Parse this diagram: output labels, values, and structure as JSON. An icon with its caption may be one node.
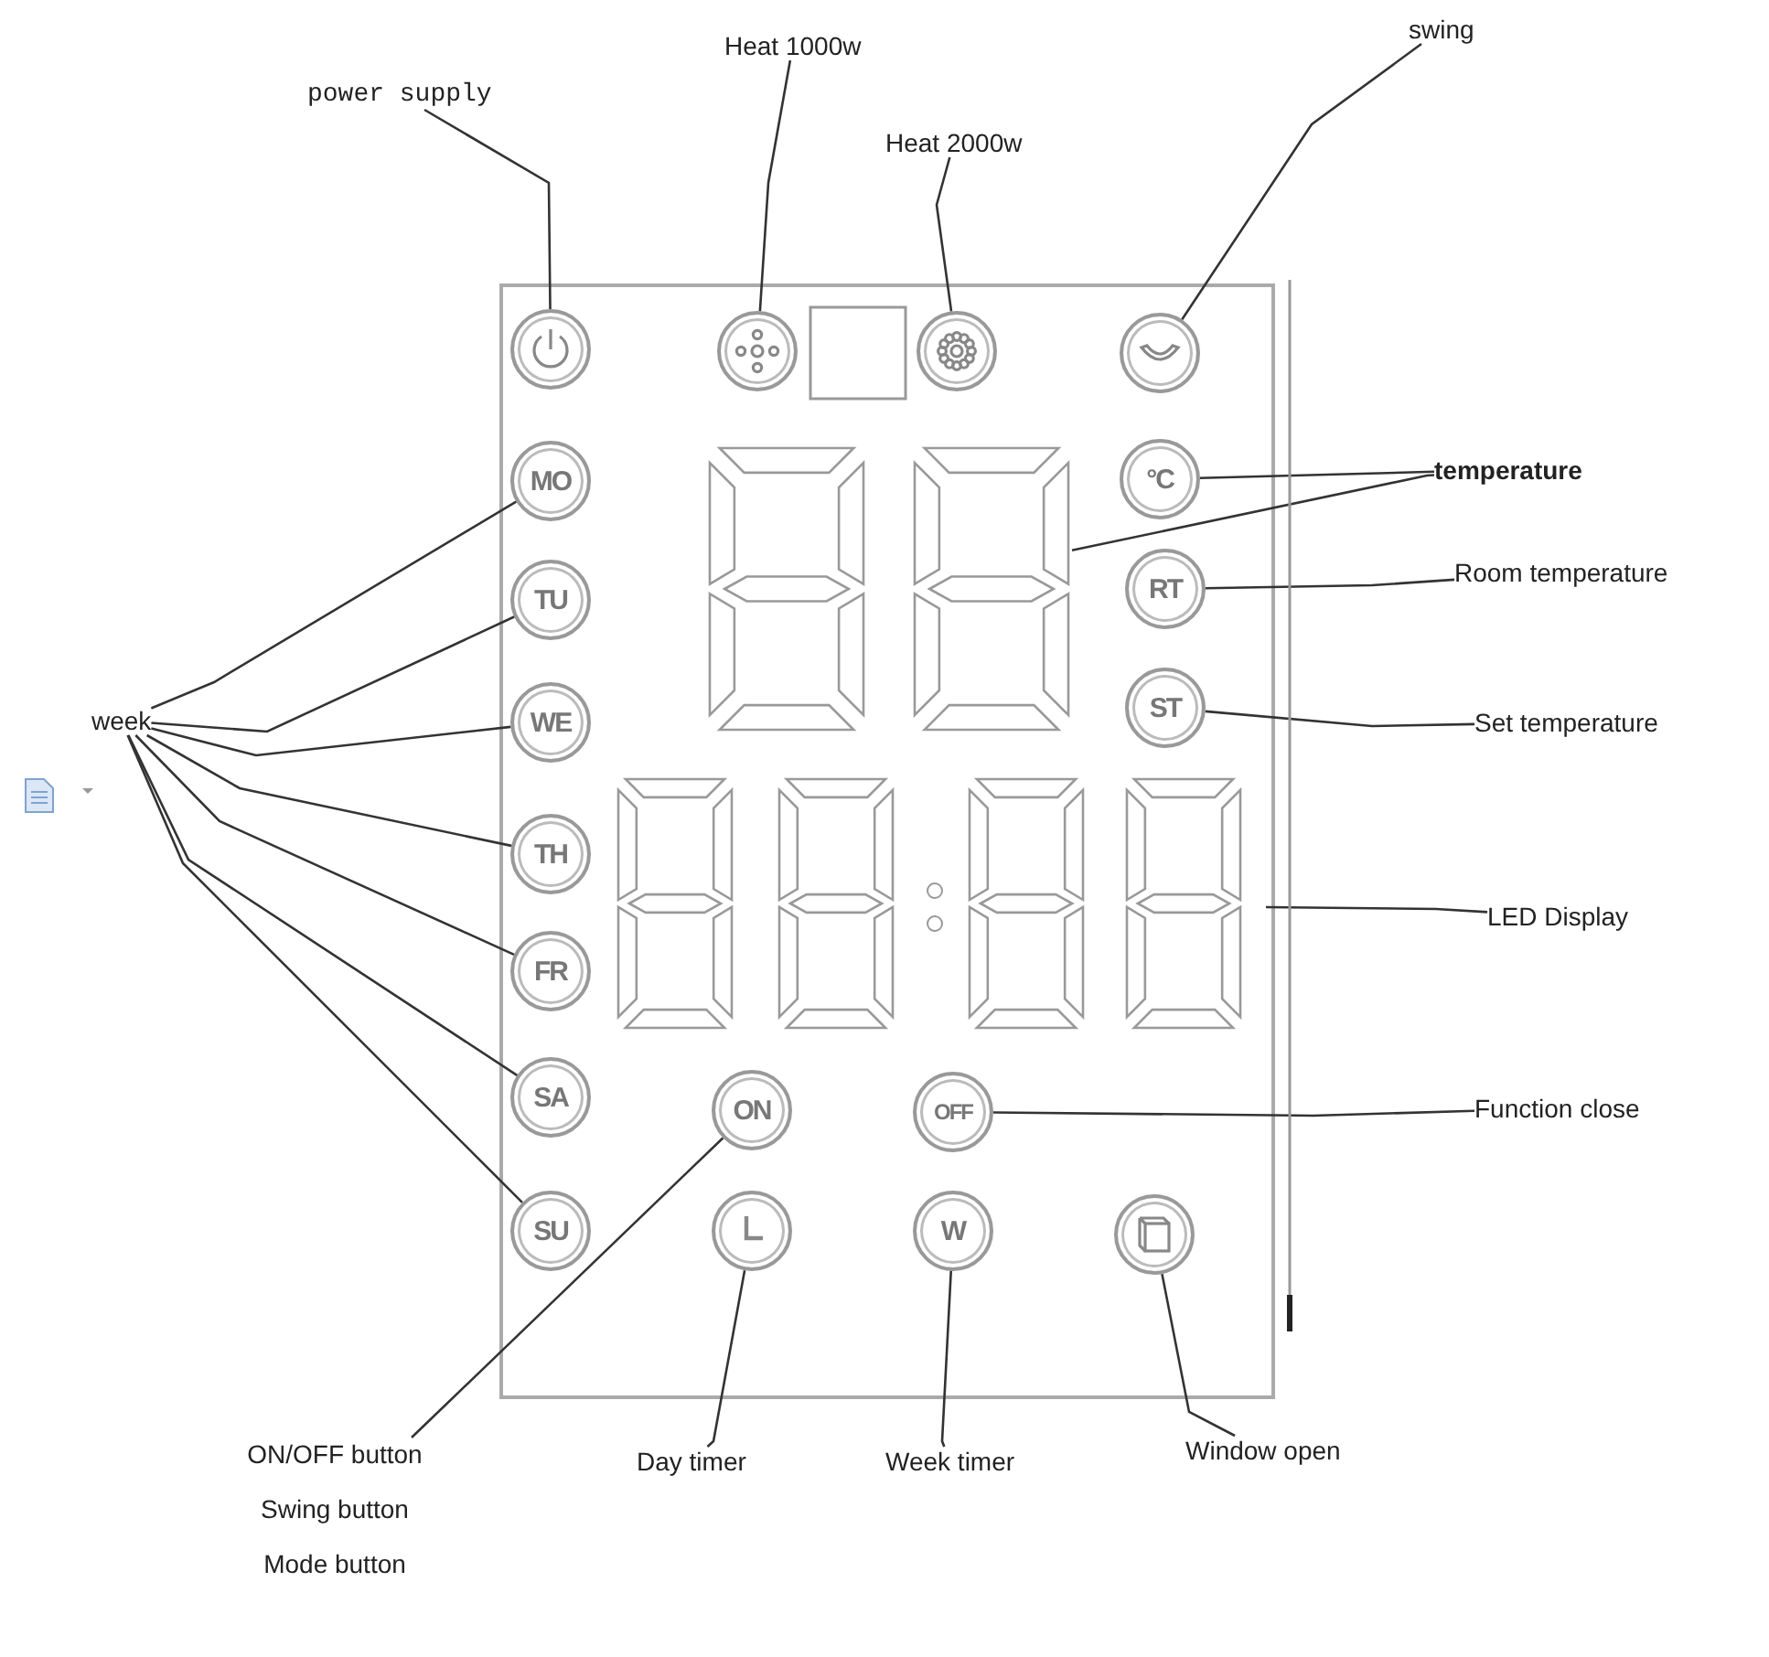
{
  "diagram": {
    "nodes": [
      {
        "text": [
          "power supply"
        ]
      },
      {
        "text": [
          "Heat 1000w"
        ]
      },
      {
        "text": [
          "Heat 2000w"
        ]
      },
      {
        "text": [
          "swing"
        ]
      },
      {
        "text": [],
        "shape": "box"
      },
      {
        "text": [],
        "shape": "circle",
        "in": 4
      },
      {
        "text": [],
        "shape": "circle",
        "in": 4
      },
      {
        "text": [],
        "shape": "circle",
        "in": 4
      },
      {
        "text": [],
        "shape": "circle",
        "in": 4
      },
      {
        "text": [
          "°C"
        ],
        "in": 4
      },
      {
        "text": [],
        "shape": "box",
        "in": 4
      },
      {
        "text": [
          "MO"
        ],
        "in": 4
      },
      {
        "text": [
          "TU"
        ],
        "in": 4
      },
      {
        "text": [
          "RT"
        ],
        "in": 4
      },
      {
        "text": [
          "WE"
        ],
        "in": 4
      },
      {
        "text": [
          "ST"
        ],
        "in": 4
      },
      {
        "text": [
          "TH"
        ],
        "in": 4
      },
      {
        "text": [],
        "shape": "box",
        "in": 4
      },
      {
        "text": [
          "FR"
        ],
        "in": 4
      },
      {
        "text": [
          "SA"
        ],
        "in": 4
      },
      {
        "text": [
          "ON"
        ],
        "in": 4
      },
      {
        "text": [
          "OFF"
        ],
        "in": 4
      },
      {
        "text": [
          "SU"
        ],
        "in": 4
      },
      {
        "text": [],
        "shape": "circle",
        "in": 4
      },
      {
        "text": [
          "W"
        ],
        "in": 4
      },
      {
        "text": [],
        "shape": "circle",
        "in": 4
      },
      {
        "text": [
          "temperature"
        ]
      },
      {
        "text": [
          "Room temperature"
        ]
      },
      {
        "text": [
          "Set temperature"
        ]
      },
      {
        "text": [
          "week"
        ]
      },
      {
        "text": [
          "LED Display"
        ]
      },
      {
        "text": [
          "Function close"
        ]
      },
      {
        "text": [
          "ON/OFF button",
          "Swing button",
          "Mode button"
        ]
      },
      {
        "text": [
          "Day timer"
        ]
      },
      {
        "text": [
          "Week timer"
        ]
      },
      {
        "text": [
          "Window open"
        ]
      }
    ],
    "edges": [
      {
        "from": 0,
        "to": 5,
        "arrow": "none"
      },
      {
        "from": 1,
        "to": 6,
        "arrow": "none"
      },
      {
        "from": 2,
        "to": 7,
        "arrow": "none"
      },
      {
        "from": 3,
        "to": 8,
        "arrow": "none"
      },
      {
        "from": 26,
        "to": 9,
        "arrow": "none"
      },
      {
        "from": 26,
        "to": 10,
        "arrow": "none"
      },
      {
        "from": 27,
        "to": 13,
        "arrow": "none"
      },
      {
        "from": 28,
        "to": 15,
        "arrow": "none"
      },
      {
        "from": 29,
        "to": 11,
        "arrow": "none"
      },
      {
        "from": 29,
        "to": 12,
        "arrow": "none"
      },
      {
        "from": 29,
        "to": 14,
        "arrow": "none"
      },
      {
        "from": 29,
        "to": 16,
        "arrow": "none"
      },
      {
        "from": 29,
        "to": 18,
        "arrow": "none"
      },
      {
        "from": 29,
        "to": 19,
        "arrow": "none"
      },
      {
        "from": 29,
        "to": 22,
        "arrow": "none"
      },
      {
        "from": 30,
        "to": 17,
        "arrow": "none"
      },
      {
        "from": 31,
        "to": 21,
        "arrow": "none"
      },
      {
        "from": 32,
        "to": 20,
        "arrow": "none"
      },
      {
        "from": 33,
        "to": 23,
        "arrow": "none"
      },
      {
        "from": 34,
        "to": 24,
        "arrow": "none"
      },
      {
        "from": 35,
        "to": 25,
        "arrow": "none"
      }
    ]
  }
}
